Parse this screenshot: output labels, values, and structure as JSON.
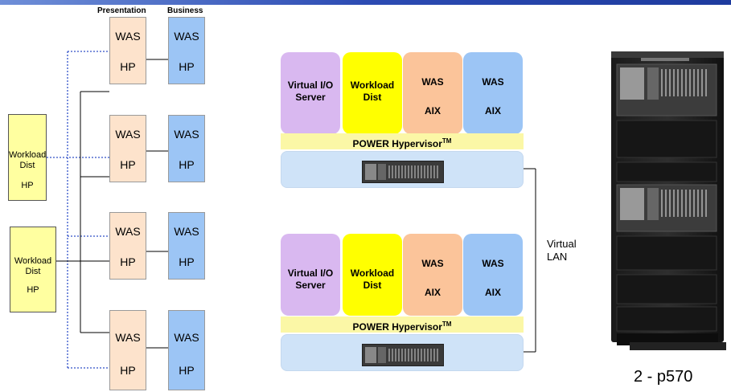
{
  "headers": {
    "presentation": "Presentation",
    "business": "Business"
  },
  "tiers": [
    {
      "pres_top": "WAS",
      "pres_bottom": "HP",
      "bus_top": "WAS",
      "bus_bottom": "HP"
    },
    {
      "pres_top": "WAS",
      "pres_bottom": "HP",
      "bus_top": "WAS",
      "bus_bottom": "HP"
    },
    {
      "pres_top": "WAS",
      "pres_bottom": "HP",
      "bus_top": "WAS",
      "bus_bottom": "HP"
    },
    {
      "pres_top": "WAS",
      "pres_bottom": "HP",
      "bus_top": "WAS",
      "bus_bottom": "HP"
    }
  ],
  "workload_boxes": [
    {
      "line1": "Workload",
      "line2": "Dist",
      "line3": "HP"
    },
    {
      "line1": "Workload",
      "line2": "Dist",
      "line3": "HP"
    }
  ],
  "servers": [
    {
      "lpars": [
        {
          "line1": "Virtual I/O",
          "line2": "Server"
        },
        {
          "line1": "Workload",
          "line2": "Dist"
        },
        {
          "line1": "WAS",
          "line2": "AIX"
        },
        {
          "line1": "WAS",
          "line2": "AIX"
        }
      ],
      "hypervisor": "POWER Hypervisor",
      "hypervisor_tm": "TM"
    },
    {
      "lpars": [
        {
          "line1": "Virtual I/O",
          "line2": "Server"
        },
        {
          "line1": "Workload",
          "line2": "Dist"
        },
        {
          "line1": "WAS",
          "line2": "AIX"
        },
        {
          "line1": "WAS",
          "line2": "AIX"
        }
      ],
      "hypervisor": "POWER Hypervisor",
      "hypervisor_tm": "TM"
    }
  ],
  "virtual_lan": {
    "line1": "Virtual",
    "line2": "LAN"
  },
  "caption": "2 - p570",
  "colors": {
    "presentation": "#fde3cc",
    "business": "#9cc5f5",
    "workload": "#ffffa0",
    "vio": "#d9b8f0",
    "wd_lpar": "#ffff00",
    "was_aix_1": "#fbc49a",
    "was_aix_2": "#9cc5f5",
    "hypervisor": "#fbf7a6",
    "hardware": "#cfe3f8",
    "dotted_link": "#3050c8"
  }
}
